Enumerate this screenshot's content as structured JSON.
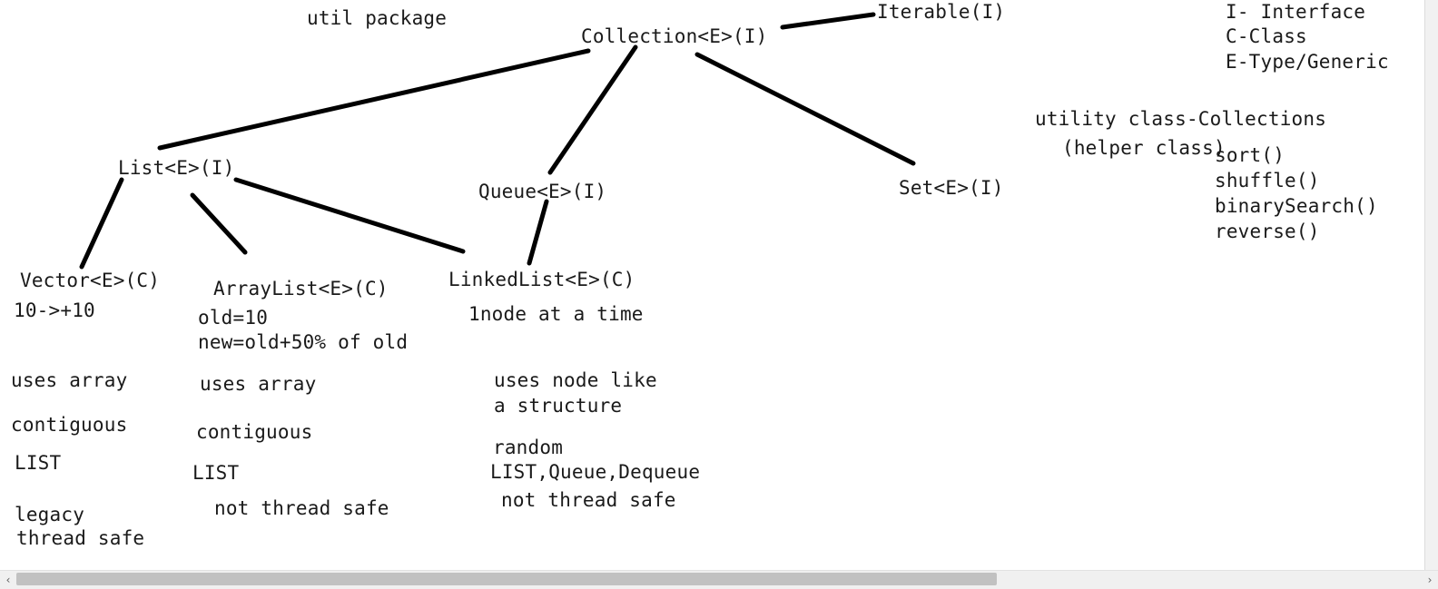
{
  "title": "util package",
  "nodes": {
    "collection": "Collection<E>(I)",
    "iterable": "Iterable(I)",
    "list": "List<E>(I)",
    "queue": "Queue<E>(I)",
    "set": "Set<E>(I)",
    "vector": "Vector<E>(C)",
    "arraylist": "ArrayList<E>(C)",
    "linkedlist": "LinkedList<E>(C)"
  },
  "legend": [
    "I- Interface",
    "C-Class",
    "E-Type/Generic"
  ],
  "utility": {
    "title": "utility class-Collections",
    "subtitle": "(helper class)",
    "methods": [
      "sort()",
      "shuffle()",
      "binarySearch()",
      "reverse()"
    ]
  },
  "vector_notes": [
    "10->+10",
    "uses array",
    "contiguous",
    "LIST",
    "legacy",
    "thread safe"
  ],
  "arraylist_notes": [
    "old=10",
    "new=old+50% of old",
    "uses array",
    "contiguous",
    "LIST",
    "not thread safe"
  ],
  "linkedlist_notes": [
    "1node at a time",
    "uses node like",
    "a structure",
    "random",
    "LIST,Queue,Dequeue",
    "not thread safe"
  ],
  "scrollbar": {
    "left_arrow": "‹",
    "right_arrow": "›"
  }
}
